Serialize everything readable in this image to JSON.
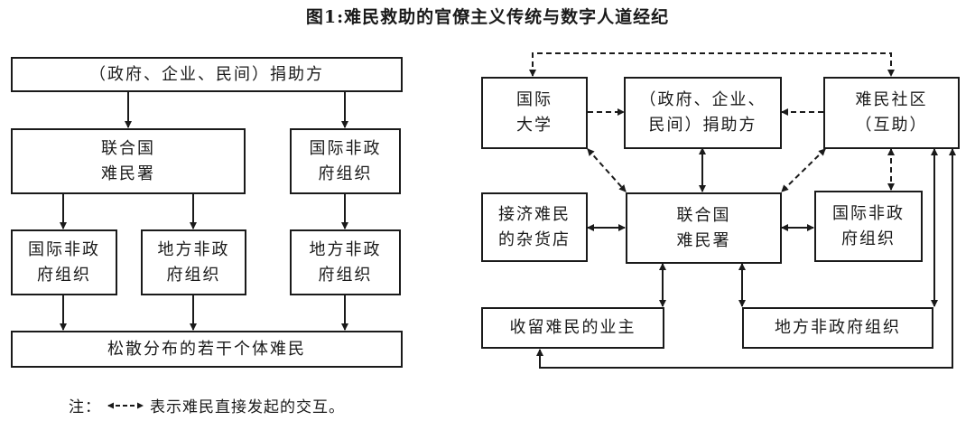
{
  "title": "图1:难民救助的官僚主义传统与数字人道经纪",
  "left": {
    "donors": "（政府、企业、民间）捐助方",
    "unhcr": [
      "联合国",
      "难民署"
    ],
    "intl_ngo": [
      "国际非政",
      "府组织"
    ],
    "intl_ngo_2": [
      "国际非政",
      "府组织"
    ],
    "local_ngo_1": [
      "地方非政",
      "府组织"
    ],
    "local_ngo_2": [
      "地方非政",
      "府组织"
    ],
    "refugees": "松散分布的若干个体难民"
  },
  "right": {
    "university": [
      "国际",
      "大学"
    ],
    "donors": [
      "（政府、企业、",
      "民间）捐助方"
    ],
    "community": [
      "难民社区",
      "（互助）"
    ],
    "grocery": [
      "接济难民",
      "的杂货店"
    ],
    "unhcr": [
      "联合国",
      "难民署"
    ],
    "intl_ngo": [
      "国际非政",
      "府组织"
    ],
    "landlord": "收留难民的业主",
    "local_ngo": "地方非政府组织"
  },
  "note": {
    "prefix": "注：",
    "text": "表示难民直接发起的交互。"
  }
}
